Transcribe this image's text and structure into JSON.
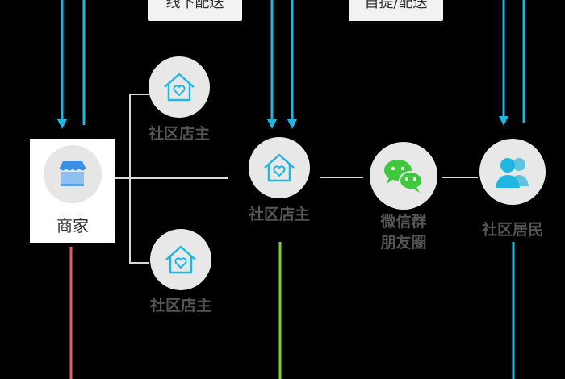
{
  "top_labels": {
    "left": "线下配送",
    "right": "自提/配送"
  },
  "merchant": {
    "label": "商家"
  },
  "nodes": {
    "store_owner_top": "社区店主",
    "store_owner_center": "社区店主",
    "store_owner_bottom": "社区店主",
    "wechat": "微信群\n朋友圈",
    "residents": "社区居民"
  },
  "colors": {
    "arrow_blue": "#1fb7e0",
    "connector_gray": "#d9d9d9",
    "line_red": "#e65a6e",
    "line_green": "#7ed321",
    "icon_teal": "#1fb7e0",
    "wechat_green": "#3ec83b",
    "shop_blue": "#3a8ee6"
  },
  "icons": {
    "merchant": "shop-awning-icon",
    "store_owner": "house-heart-icon",
    "wechat": "wechat-bubbles-icon",
    "residents": "people-icon"
  }
}
